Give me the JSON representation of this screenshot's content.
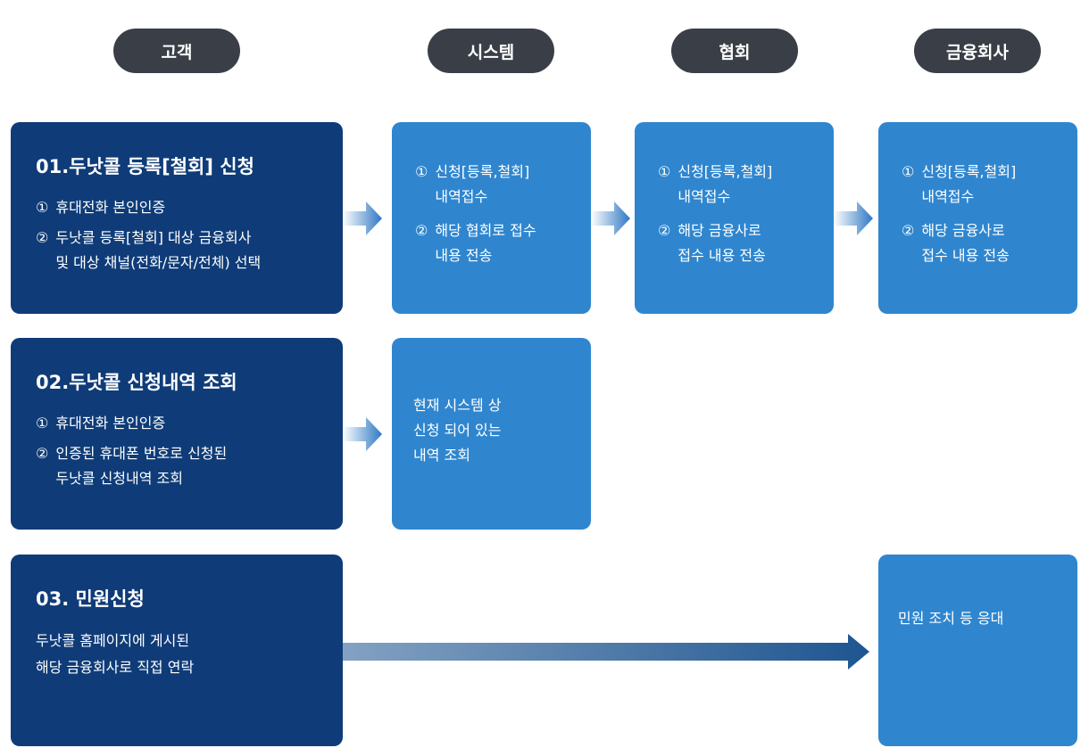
{
  "headers": {
    "customer": "고객",
    "system": "시스템",
    "association": "협회",
    "financial": "금융회사"
  },
  "rows": [
    {
      "title": "01.두낫콜 등록[철회] 신청",
      "items": [
        {
          "num": "①",
          "text": "휴대전화 본인인증"
        },
        {
          "num": "②",
          "text": "두낫콜 등록[철회] 대상 금융회사\n및 대상 채널(전화/문자/전체) 선택"
        }
      ],
      "system": [
        {
          "num": "①",
          "text": "신청[등록,철회]\n내역접수"
        },
        {
          "num": "②",
          "text": "해당 협회로 접수\n내용 전송"
        }
      ],
      "association": [
        {
          "num": "①",
          "text": "신청[등록,철회]\n내역접수"
        },
        {
          "num": "②",
          "text": "해당 금융사로\n접수 내용 전송"
        }
      ],
      "financial": [
        {
          "num": "①",
          "text": "신청[등록,철회]\n내역접수"
        },
        {
          "num": "②",
          "text": "해당 금융사로\n접수 내용 전송"
        }
      ]
    },
    {
      "title": "02.두낫콜 신청내역 조회",
      "items": [
        {
          "num": "①",
          "text": "휴대전화 본인인증"
        },
        {
          "num": "②",
          "text": "인증된 휴대폰 번호로 신청된\n두낫콜 신청내역 조회"
        }
      ],
      "system_text": "현재 시스템 상\n신청 되어 있는\n내역 조회"
    },
    {
      "title": "03. 민원신청",
      "body": "두낫콜 홈페이지에 게시된\n해당 금융회사로 직접 연락",
      "financial_text": "민원 조치 등 응대"
    }
  ],
  "colors": {
    "header": "#3a3f47",
    "dark_box": "#0f3c78",
    "light_box": "#2f86cf",
    "arrow_short": "#2e78c4",
    "arrow_long": "#1e5590"
  }
}
